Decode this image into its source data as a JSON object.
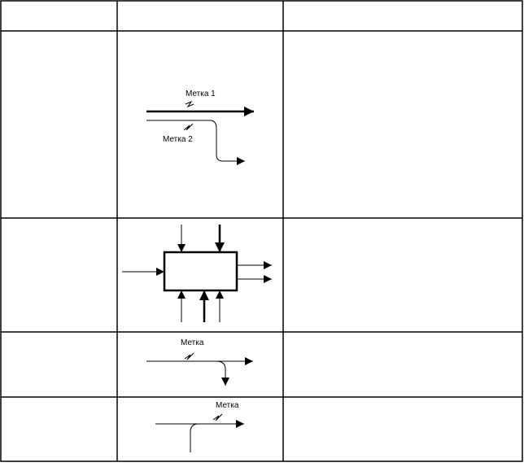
{
  "table": {
    "header": {
      "col1": "",
      "col2": "",
      "col3": ""
    },
    "rows": [
      {
        "col1": "",
        "col3": "",
        "diagram": {
          "labels": [
            "Метка 1",
            "Метка 2"
          ]
        }
      },
      {
        "col1": "",
        "col3": "",
        "diagram": {
          "labels": []
        }
      },
      {
        "col1": "",
        "col3": "",
        "diagram": {
          "labels": [
            "Метка"
          ]
        }
      },
      {
        "col1": "",
        "col3": "",
        "diagram": {
          "labels": [
            "Метка"
          ]
        }
      }
    ]
  },
  "colors": {
    "line": "#000000",
    "background": "#ffffff"
  }
}
